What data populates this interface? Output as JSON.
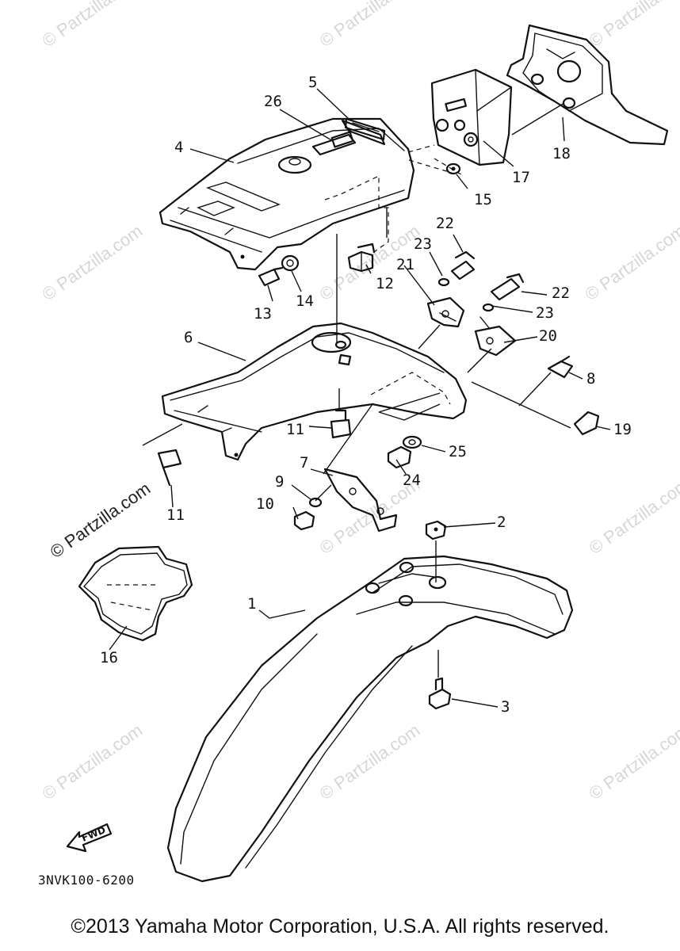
{
  "watermark": "© Partzilla.com",
  "fwd_label": "FWD",
  "diagram_code": "3NVK100-6200",
  "copyright": "©2013 Yamaha Motor Corporation, U.S.A. All rights reserved.",
  "callouts": [
    {
      "id": "1",
      "part": "rear fender"
    },
    {
      "id": "2",
      "part": "nut"
    },
    {
      "id": "3",
      "part": "bolt"
    },
    {
      "id": "4",
      "part": "rear fender cover"
    },
    {
      "id": "5",
      "part": "emblem"
    },
    {
      "id": "6",
      "part": "inner fender"
    },
    {
      "id": "7",
      "part": "bracket"
    },
    {
      "id": "8",
      "part": "screw"
    },
    {
      "id": "9",
      "part": "washer"
    },
    {
      "id": "10",
      "part": "nut"
    },
    {
      "id": "11",
      "part": "bolt"
    },
    {
      "id": "12",
      "part": "bolt"
    },
    {
      "id": "13",
      "part": "bolt"
    },
    {
      "id": "14",
      "part": "washer"
    },
    {
      "id": "15",
      "part": "collar"
    },
    {
      "id": "16",
      "part": "flap"
    },
    {
      "id": "17",
      "part": "tail light unit"
    },
    {
      "id": "18",
      "part": "tail light base"
    },
    {
      "id": "19",
      "part": "clip"
    },
    {
      "id": "20",
      "part": "bracket"
    },
    {
      "id": "21",
      "part": "bracket"
    },
    {
      "id": "22",
      "part": "bolt"
    },
    {
      "id": "23",
      "part": "washer"
    },
    {
      "id": "24",
      "part": "nut"
    },
    {
      "id": "25",
      "part": "washer"
    },
    {
      "id": "26",
      "part": "label"
    }
  ]
}
